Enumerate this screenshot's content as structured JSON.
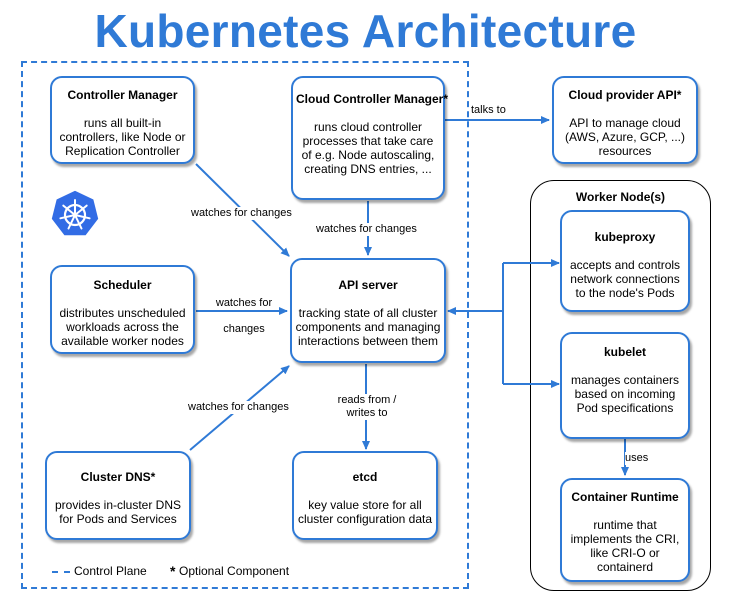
{
  "title": "Kubernetes Architecture",
  "colors": {
    "accent": "#2f7ad6",
    "text": "#000000",
    "background": "#ffffff"
  },
  "nodes": {
    "controller_manager": {
      "title": "Controller Manager",
      "desc": "runs all built-in controllers, like Node or Replication Controller"
    },
    "cloud_controller_manager": {
      "title": "Cloud Controller Manager*",
      "desc": "runs cloud controller processes that take care of e.g. Node autoscaling, creating DNS entries, ..."
    },
    "cloud_provider_api": {
      "title": "Cloud provider API*",
      "desc": "API to manage cloud (AWS, Azure, GCP, ...) resources"
    },
    "scheduler": {
      "title": "Scheduler",
      "desc": "distributes unscheduled workloads across the available worker nodes"
    },
    "api_server": {
      "title": "API server",
      "desc": "tracking state of all cluster components and managing interactions between them"
    },
    "cluster_dns": {
      "title": "Cluster DNS*",
      "desc": "provides in-cluster DNS for Pods and Services"
    },
    "etcd": {
      "title": "etcd",
      "desc": "key value store for all cluster configuration data"
    },
    "kubeproxy": {
      "title": "kubeproxy",
      "desc": "accepts and controls network connections to the node's Pods"
    },
    "kubelet": {
      "title": "kubelet",
      "desc": "manages containers based on incoming Pod specifications"
    },
    "container_runtime": {
      "title": "Container Runtime",
      "desc": "runtime that implements the CRI, like CRI-O or containerd"
    }
  },
  "worker_group": {
    "title": "Worker Node(s)"
  },
  "edges": {
    "talks_to": "talks to",
    "cm_watch": "watches for changes",
    "ccm_watch": "watches for changes",
    "scheduler_watch": "watches for changes",
    "dns_watch": "watches for changes",
    "etcd_rw": "reads from / writes to",
    "uses": "uses"
  },
  "logo": {
    "icon": "kubernetes-helm-wheel-icon"
  },
  "legend": {
    "control_plane": "Control Plane",
    "star": "*",
    "optional": "Optional Component"
  }
}
